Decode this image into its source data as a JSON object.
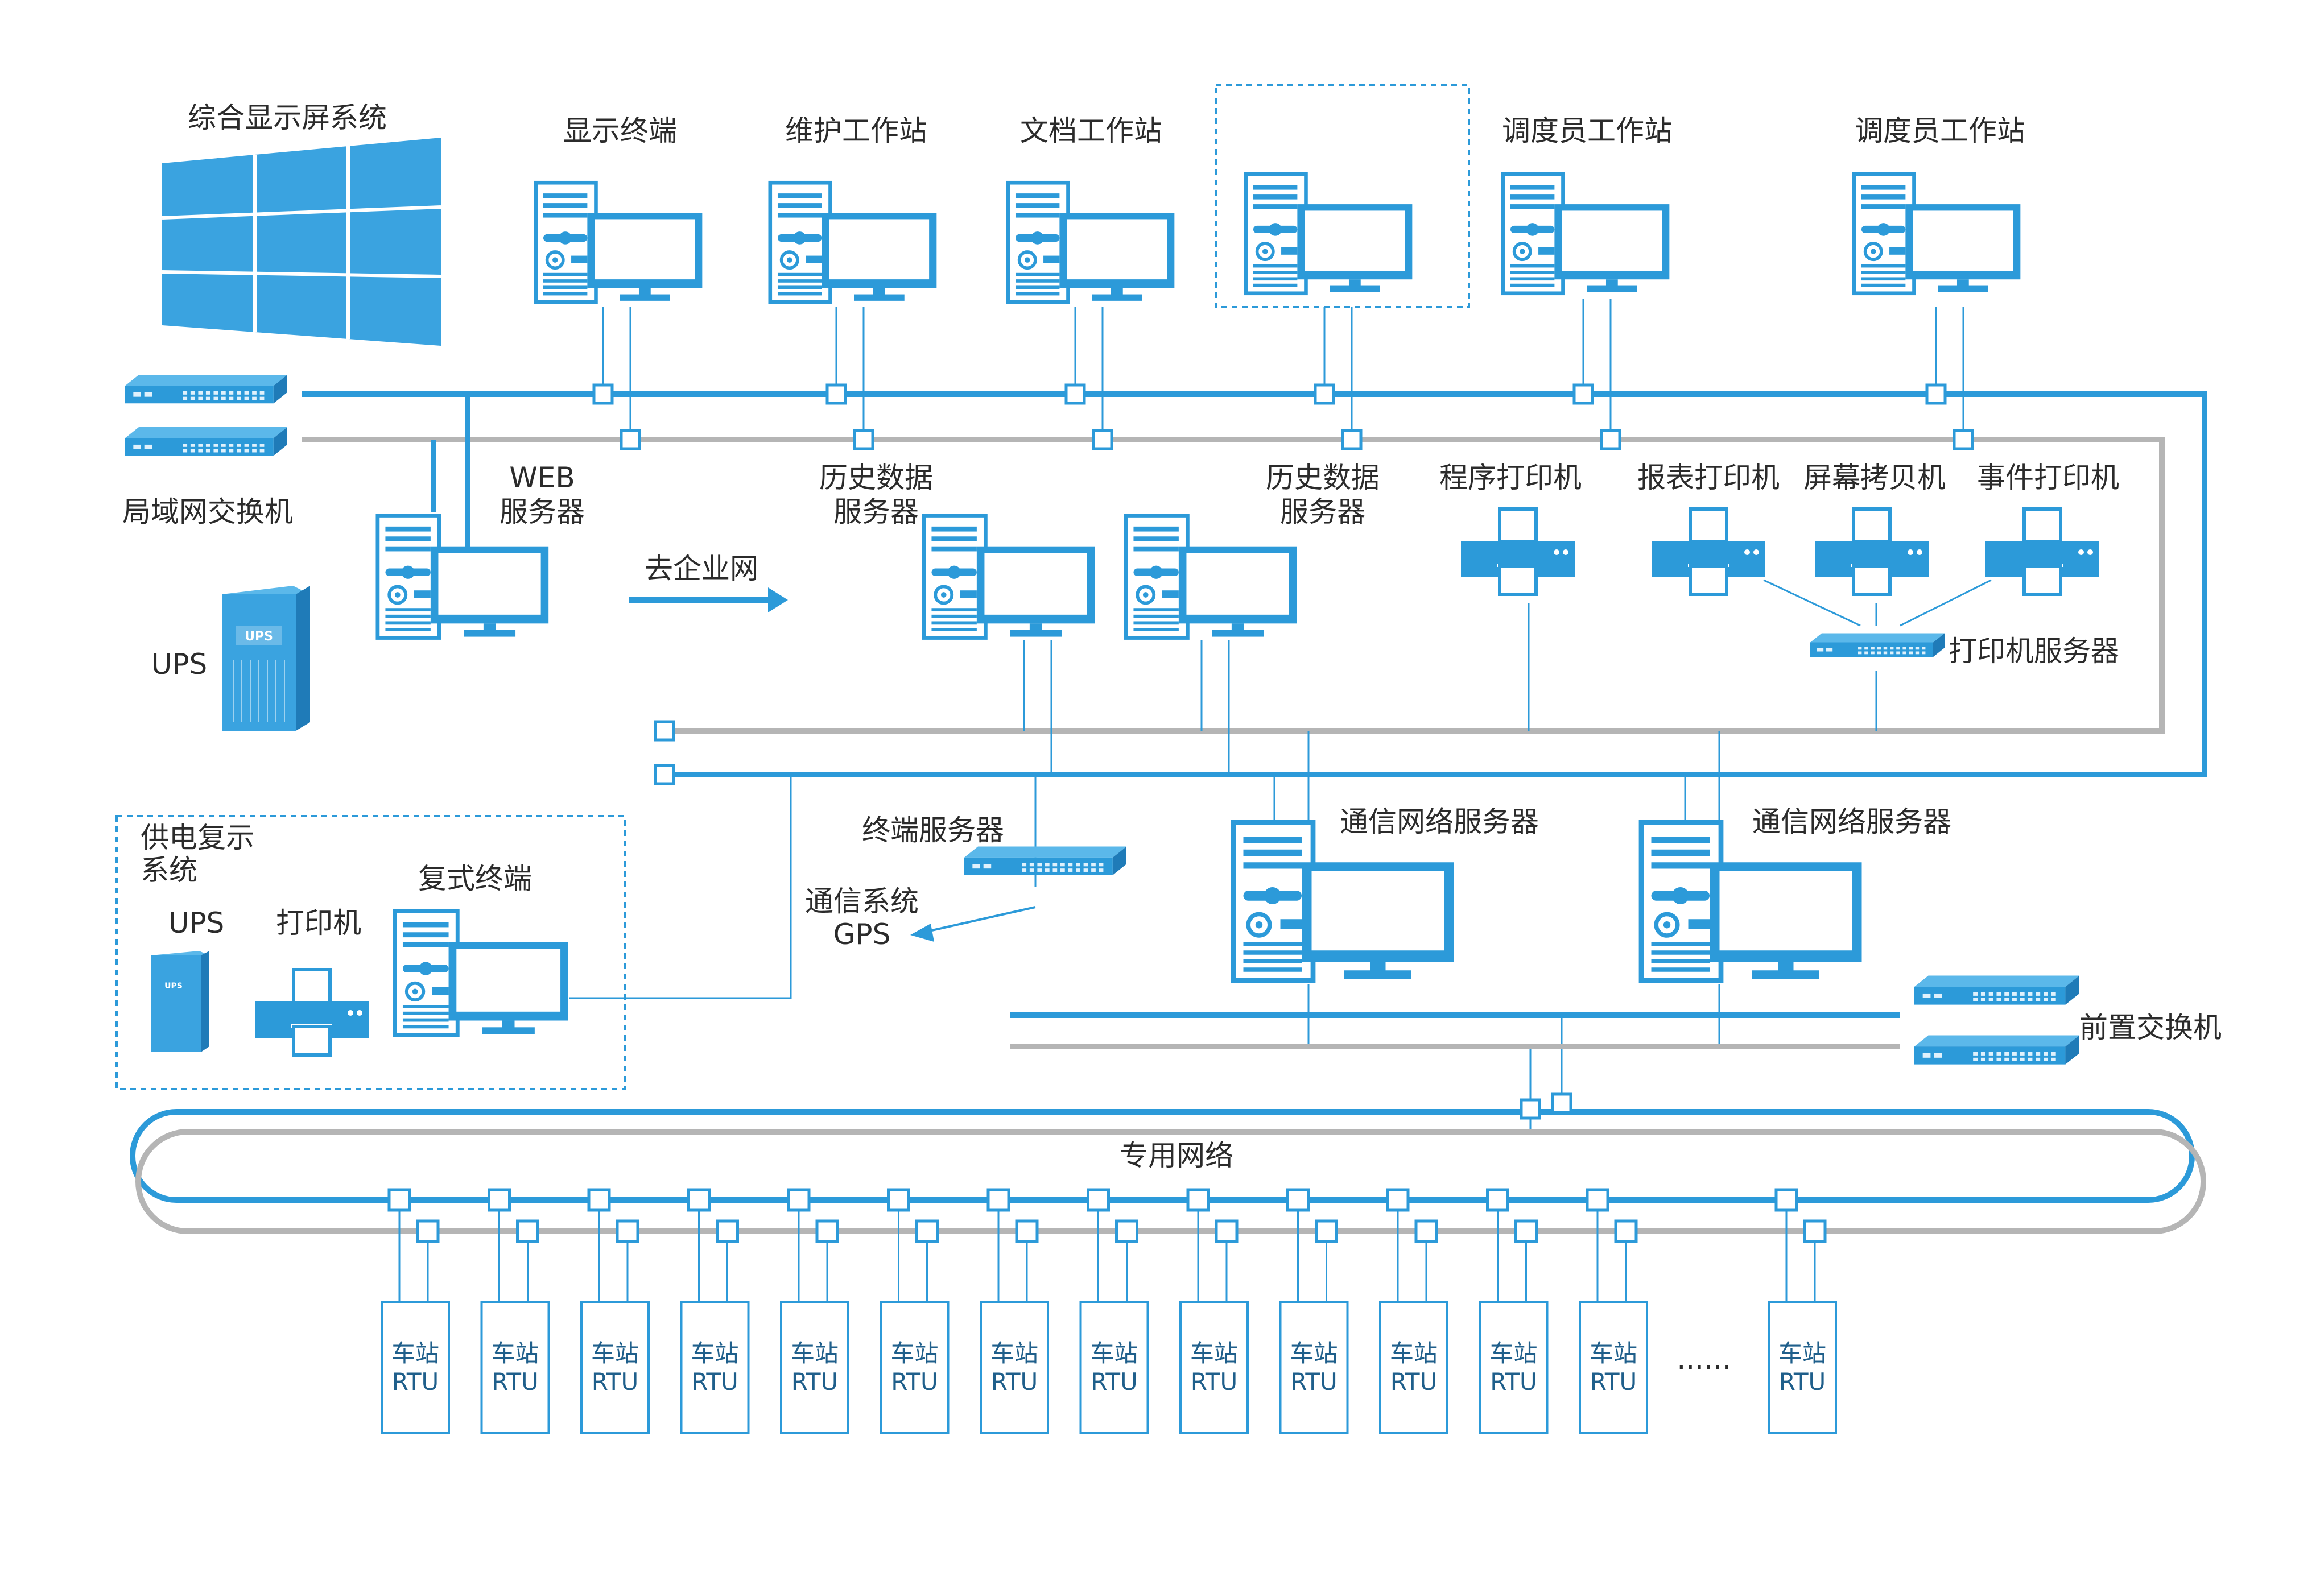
{
  "colors": {
    "blue": "#2c9ad9",
    "blue_fill": "#3aa3e0",
    "gray": "#b5b5b5",
    "dark_blue": "#1f5f8b",
    "text": "#2b2b2b"
  },
  "labels": {
    "display_wall": "综合显示屏系统",
    "display_terminal": "显示终端",
    "maintenance_ws": "维护工作站",
    "document_ws": "文档工作站",
    "dispatcher_ws_1": "调度员工作站",
    "dispatcher_ws_2": "调度员工作站",
    "lan_switch": "局域网交换机",
    "web_server_1": "WEB",
    "web_server_2": "服务器",
    "to_enterprise": "去企业网",
    "history_server_a_1": "历史数据",
    "history_server_a_2": "服务器",
    "history_server_b_1": "历史数据",
    "history_server_b_2": "服务器",
    "program_printer": "程序打印机",
    "report_printer": "报表打印机",
    "screen_copier": "屏幕拷贝机",
    "event_printer": "事件打印机",
    "print_server": "打印机服务器",
    "ups": "UPS",
    "ups_badge": "UPS",
    "power_dup_1": "供电复示",
    "power_dup_2": "系统",
    "ups_small": "UPS",
    "printer_small": "打印机",
    "dup_terminal": "复式终端",
    "terminal_server": "终端服务器",
    "comm_system_1": "通信系统",
    "comm_system_2": "GPS",
    "comm_server_1": "通信网络服务器",
    "comm_server_2": "通信网络服务器",
    "front_switch": "前置交换机",
    "private_network": "专用网络",
    "rtu_line1": "车站",
    "rtu_line2": "RTU",
    "ellipsis": "......"
  },
  "rtu_count": 14
}
